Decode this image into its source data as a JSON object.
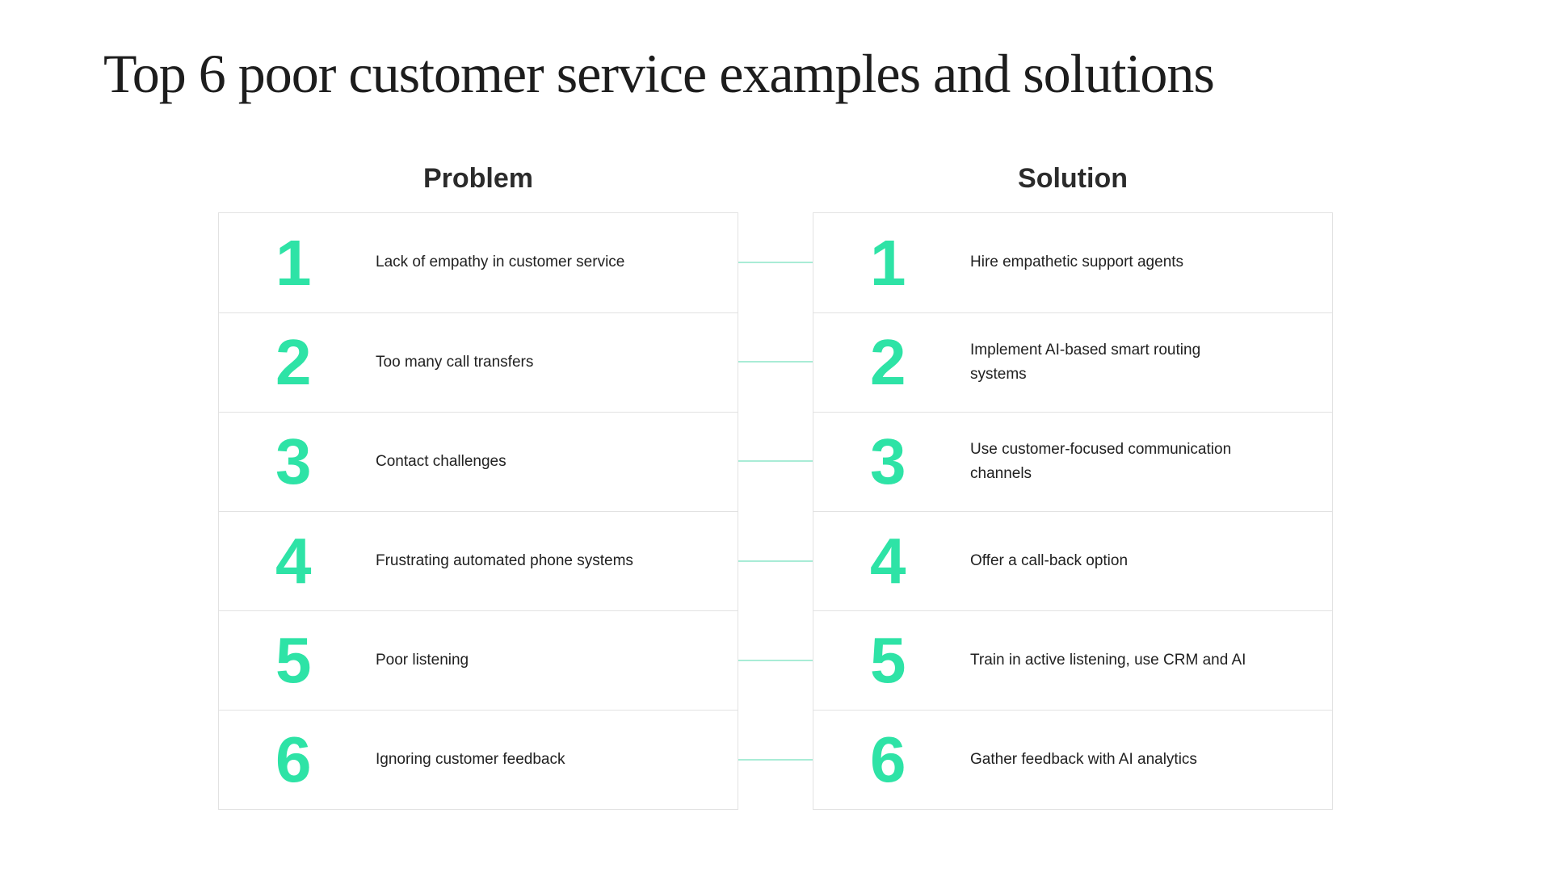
{
  "title": "Top 6 poor customer service examples and solutions",
  "columns": {
    "problem": {
      "header": "Problem",
      "items": [
        {
          "number": "1",
          "text": "Lack of empathy in customer service"
        },
        {
          "number": "2",
          "text": "Too many call transfers"
        },
        {
          "number": "3",
          "text": "Contact challenges"
        },
        {
          "number": "4",
          "text": "Frustrating automated phone systems"
        },
        {
          "number": "5",
          "text": "Poor listening"
        },
        {
          "number": "6",
          "text": "Ignoring customer feedback"
        }
      ]
    },
    "solution": {
      "header": "Solution",
      "items": [
        {
          "number": "1",
          "text": "Hire empathetic support agents"
        },
        {
          "number": "2",
          "text": "Implement AI-based smart routing systems"
        },
        {
          "number": "3",
          "text": "Use customer-focused communication channels"
        },
        {
          "number": "4",
          "text": "Offer a call-back option"
        },
        {
          "number": "5",
          "text": "Train in active listening, use CRM and AI"
        },
        {
          "number": "6",
          "text": "Gather feedback with AI analytics"
        }
      ]
    }
  },
  "colors": {
    "accent": "#2ee3a6",
    "connector": "#a9ecd6",
    "border": "#e2e2e2",
    "title": "#1d1d1d",
    "heading": "#2b2b2b",
    "text": "#212121",
    "background": "#ffffff"
  }
}
